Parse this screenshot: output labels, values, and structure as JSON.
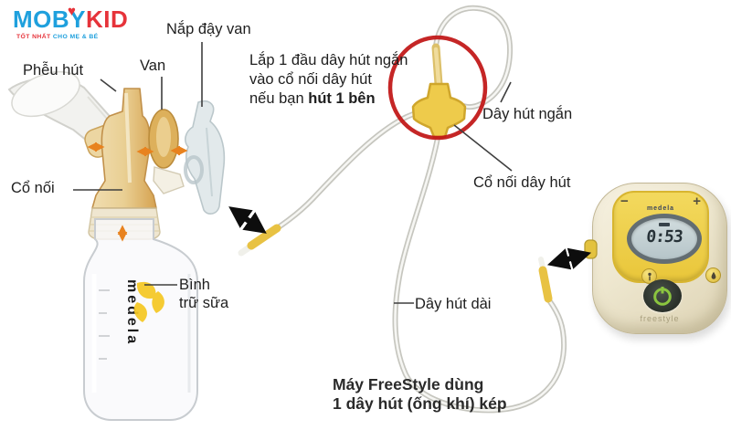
{
  "logo": {
    "name_part1": "MOBY",
    "name_part2": "KID",
    "heart": "♥",
    "tagline_part1": "TỐT NHẤT",
    "tagline_part2": "CHO MẸ & BÉ"
  },
  "labels": {
    "funnel": "Phễu hút",
    "valve": "Van",
    "valve_cap": "Nắp đậy van",
    "connector": "Cổ nối",
    "storage_bottle_line1": "Bình",
    "storage_bottle_line2": "trữ sữa",
    "short_tube": "Dây hút ngắn",
    "tube_connector": "Cổ nối dây hút",
    "long_tube": "Dây hút dài"
  },
  "instruction": {
    "line1": "Lắp 1 đầu dây hút ngắn",
    "line2": "vào cổ nối dây hút",
    "line3_prefix": "nếu bạn ",
    "line3_bold": "hút 1 bên"
  },
  "note": {
    "line1": "Máy FreeStyle dùng",
    "line2": "1 dây hút (ống khí) kép"
  },
  "device": {
    "brand": "medela",
    "display_time": "0:53",
    "minus_label": "−",
    "plus_label": "+",
    "model_label": "freestyle"
  },
  "bottle": {
    "brand": "medela"
  },
  "colors": {
    "logo_blue": "#1fa0dd",
    "logo_red": "#e6333a",
    "accent_yellow": "#eecb4b",
    "red_circle": "#c01414",
    "arrow_orange": "#e8821e",
    "medela_yellow": "#f5c823"
  }
}
